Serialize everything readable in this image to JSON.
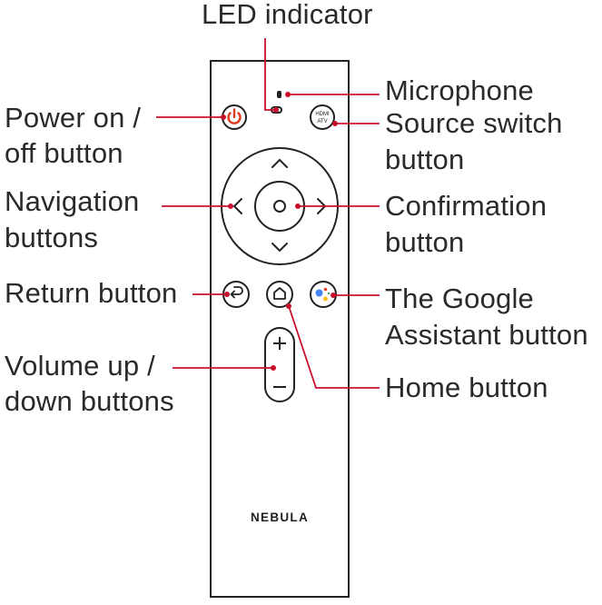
{
  "labels": {
    "led": "LED indicator",
    "microphone": "Microphone",
    "source_1": "Source switch",
    "source_2": "button",
    "power_1": "Power on /",
    "power_2": "off button",
    "navigation_1": "Navigation",
    "navigation_2": "buttons",
    "confirmation_1": "Confirmation",
    "confirmation_2": "button",
    "return": "Return button",
    "google_1": "The Google",
    "google_2": "Assistant button",
    "volume_1": "Volume up /",
    "volume_2": "down buttons",
    "home": "Home button"
  },
  "remote": {
    "brand": "NEBULA",
    "source_button_line1": "HDMI",
    "source_button_line2": "ATV",
    "volume_plus": "+",
    "volume_minus": "−"
  },
  "colors": {
    "leader_line": "#c8102e",
    "power_icon": "#e03a1e",
    "outline": "#222222",
    "google_blue": "#4285f4",
    "google_red": "#ea4335",
    "google_yellow": "#fbbc05",
    "google_green": "#34a853"
  },
  "icons": [
    "power-icon",
    "hdmi-atv-icon",
    "chevron-up-icon",
    "chevron-down-icon",
    "chevron-left-icon",
    "chevron-right-icon",
    "ok-circle-icon",
    "back-arrow-icon",
    "home-icon",
    "google-assistant-icon"
  ]
}
